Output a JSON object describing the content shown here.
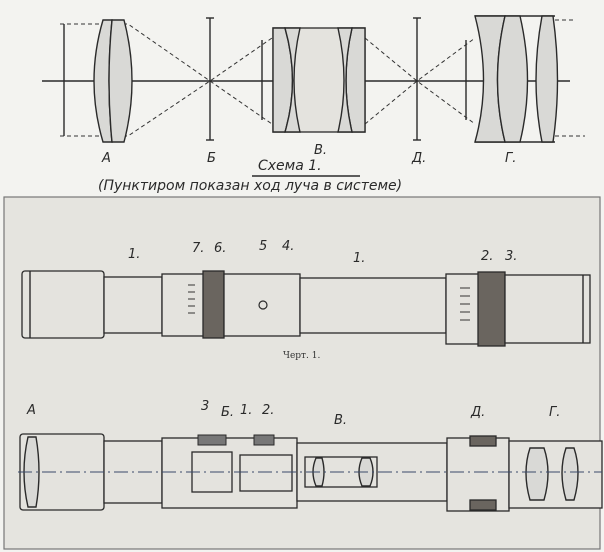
{
  "scheme": {
    "labels": {
      "A": "А",
      "B": "Б",
      "V": "В.",
      "D": "Д.",
      "G": "Г."
    },
    "title": "Схема 1.",
    "caption": "(Пунктиром показан ход луча в системе)"
  },
  "figure1": {
    "callouts": [
      "1.",
      "7.",
      "6.",
      "5",
      "4.",
      "1.",
      "2.",
      "3."
    ],
    "caption": "Черт. 1."
  },
  "section": {
    "callouts": [
      "А",
      "3",
      "Б.",
      "1.",
      "2.",
      "В.",
      "Д.",
      "Г."
    ]
  }
}
